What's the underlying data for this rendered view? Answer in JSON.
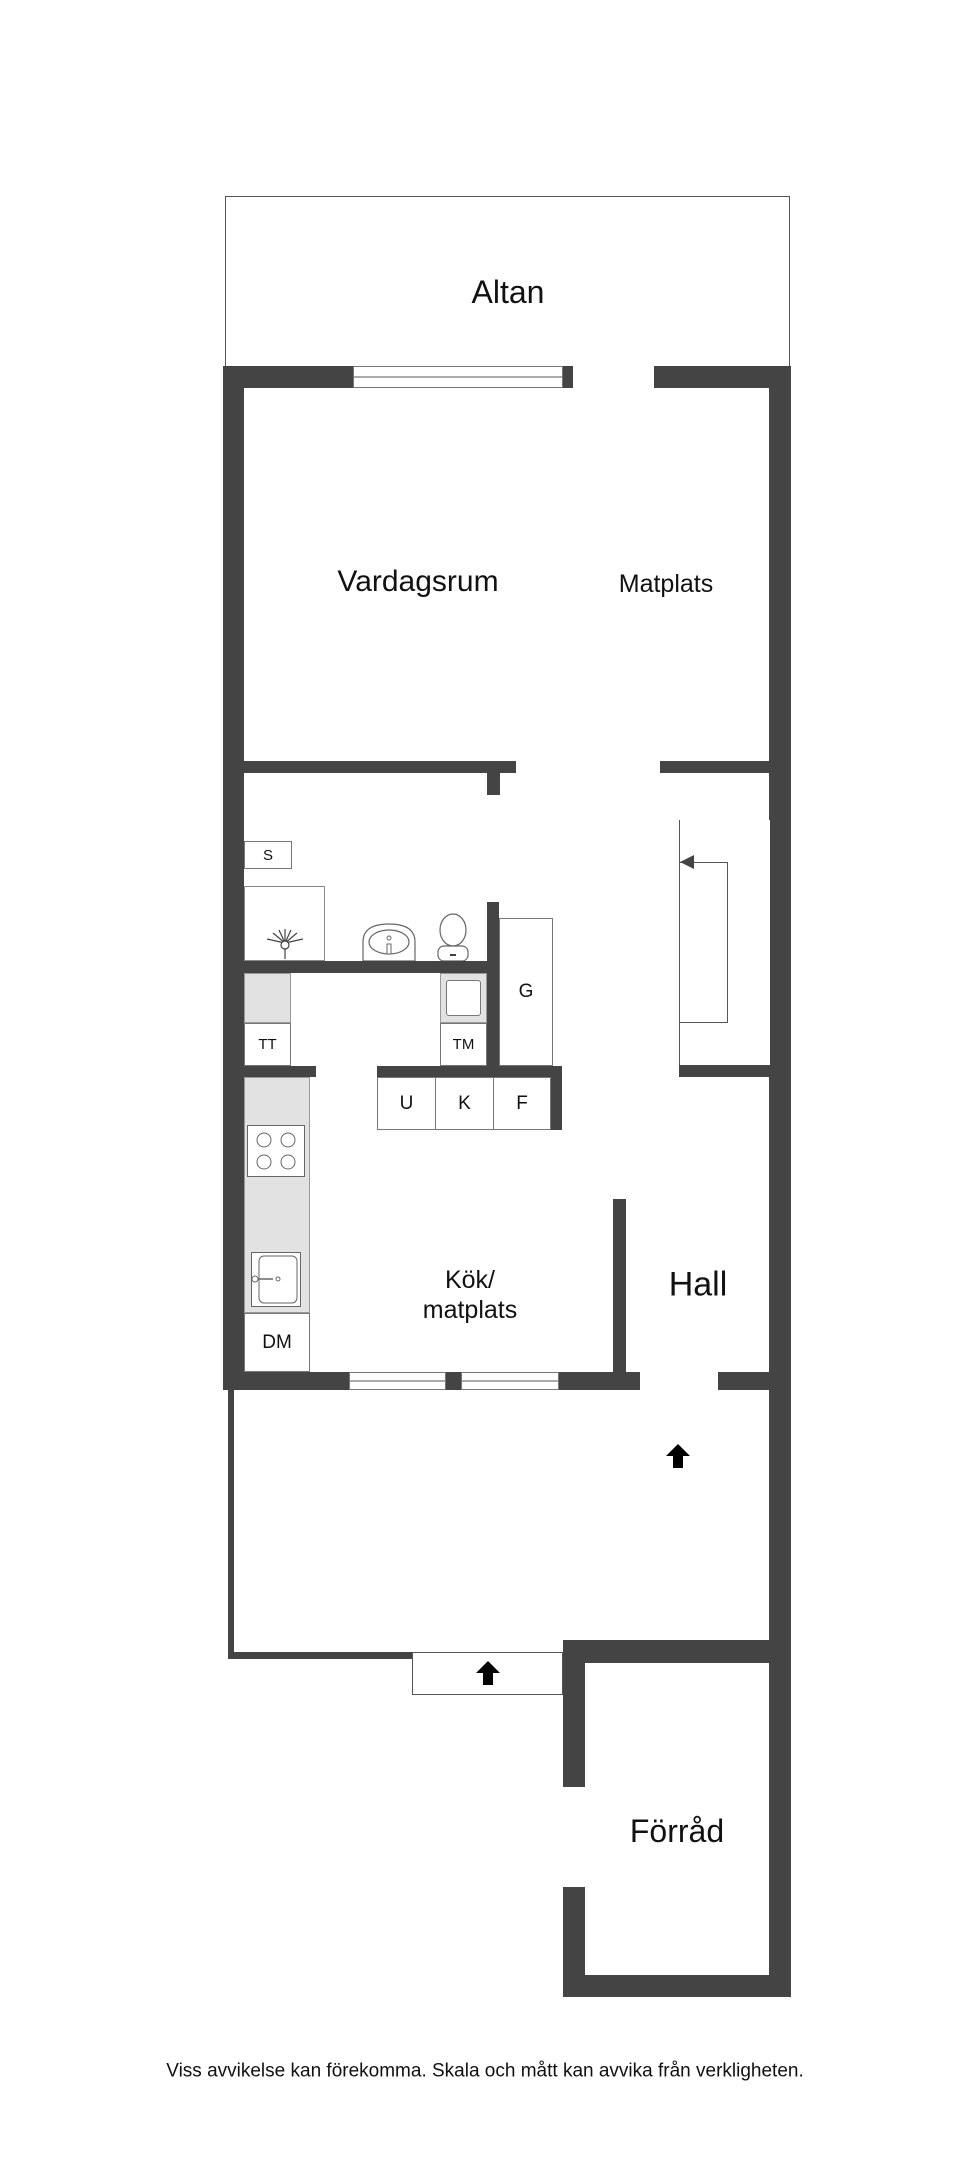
{
  "rooms": {
    "altan": "Altan",
    "vardagsrum": "Vardagsrum",
    "matplats": "Matplats",
    "kok_line1": "Kök/",
    "kok_line2": "matplats",
    "hall": "Hall",
    "forrad": "Förråd"
  },
  "fixtures": {
    "s": "S",
    "tt": "TT",
    "tm": "TM",
    "g": "G",
    "u": "U",
    "k": "K",
    "f": "F",
    "dm": "DM"
  },
  "disclaimer": "Viss avvikelse kan förekomma. Skala och mått kan avvika från verkligheten.",
  "colors": {
    "wall": "#444444"
  }
}
